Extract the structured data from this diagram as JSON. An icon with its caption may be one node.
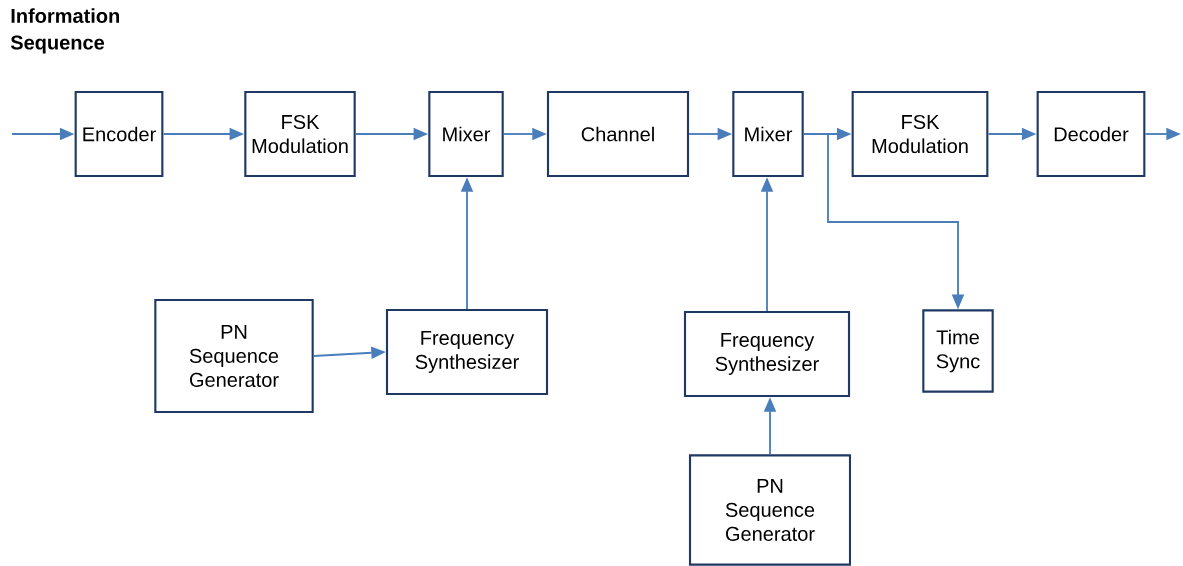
{
  "diagram": {
    "nodes": [
      {
        "text": [
          "Encoder"
        ]
      },
      {
        "text": [
          "FSK Modulation"
        ]
      },
      {
        "text": [
          "Mixer"
        ]
      },
      {
        "text": [
          "Channel"
        ]
      },
      {
        "text": [
          "Mixer"
        ]
      },
      {
        "text": [
          "FSK Modulation"
        ]
      },
      {
        "text": [
          "Decoder"
        ]
      },
      {
        "text": [
          "PN Sequence Generator"
        ]
      },
      {
        "text": [
          "Frequency Synthesizer"
        ]
      },
      {
        "text": [
          "Frequency Synthesizer"
        ]
      },
      {
        "text": [
          "Time Sync"
        ]
      },
      {
        "text": [
          "PN Sequence Generator"
        ]
      }
    ],
    "edges": [
      {
        "from": null,
        "to": 0,
        "arrow": "to"
      },
      {
        "from": 0,
        "to": 1,
        "arrow": "to"
      },
      {
        "from": 1,
        "to": 2,
        "arrow": "to"
      },
      {
        "from": 2,
        "to": 3,
        "arrow": "to"
      },
      {
        "from": 3,
        "to": 4,
        "arrow": "to"
      },
      {
        "from": 4,
        "to": 5,
        "arrow": "to"
      },
      {
        "from": 5,
        "to": 6,
        "arrow": "to"
      },
      {
        "from": 6,
        "to": null,
        "arrow": "to"
      },
      {
        "from": 7,
        "to": 8,
        "arrow": "to"
      },
      {
        "from": 8,
        "to": 2,
        "arrow": "to"
      },
      {
        "from": 4,
        "to": 10,
        "arrow": "to"
      },
      {
        "from": 9,
        "to": 4,
        "arrow": "to"
      },
      {
        "from": 11,
        "to": 9,
        "arrow": "to"
      }
    ],
    "labels": [
      "Information Sequence"
    ]
  }
}
